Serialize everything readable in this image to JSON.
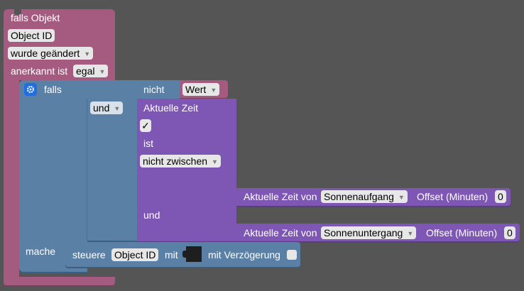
{
  "trigger": {
    "title": "falls Objekt",
    "object_id_field": "Object ID",
    "changed_dropdown": "wurde geändert",
    "ack_label": "anerkannt ist",
    "ack_dropdown": "egal"
  },
  "if_block": {
    "falls_label": "falls",
    "mache_label": "mache",
    "und_dropdown": "und"
  },
  "not_block": {
    "nicht_label": "nicht",
    "wert_dropdown": "Wert"
  },
  "time_block": {
    "title": "Aktuelle Zeit",
    "checkmark": "✓",
    "ist_label": "ist",
    "range_dropdown": "nicht zwischen",
    "und_label": "und"
  },
  "sunrise_block": {
    "label": "Aktuelle Zeit von",
    "event_dropdown": "Sonnenaufgang",
    "offset_label": "Offset (Minuten)",
    "offset_value": "0"
  },
  "sunset_block": {
    "label": "Aktuelle Zeit von",
    "event_dropdown": "Sonnenuntergang",
    "offset_label": "Offset (Minuten)",
    "offset_value": "0"
  },
  "control_block": {
    "label": "steuere",
    "object_id_field": "Object ID",
    "mit_label": "mit",
    "delay_label": "mit Verzögerung"
  },
  "colors": {
    "workspace": "#555555",
    "trigger_block": "#a55b80",
    "logic_block": "#5b80a5",
    "time_block": "#7e57b5",
    "field_bg": "#e7e7e7",
    "gear_icon": "#1f6fe0"
  }
}
